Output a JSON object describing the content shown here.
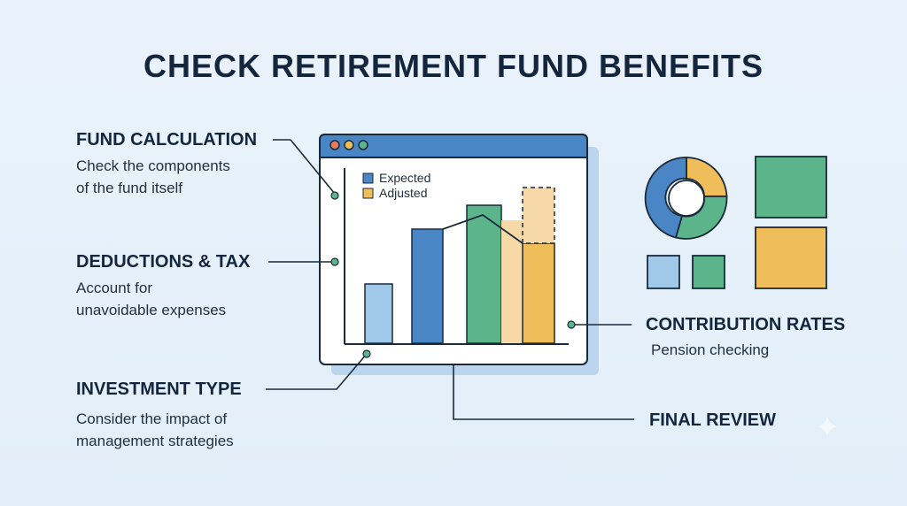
{
  "title": "CHECK RETIREMENT FUND BENEFITS",
  "labels": [
    {
      "id": "fund",
      "heading": "FUND CALCULATION",
      "lines": [
        "Check the components",
        "of the fund itself"
      ]
    },
    {
      "id": "deductions",
      "heading": "DEDUCTIONS & TAX",
      "lines": [
        "Account for",
        "unavoidable expenses"
      ]
    },
    {
      "id": "investment",
      "heading": "INVESTMENT TYPE",
      "lines": [
        "Consider the impact of",
        "management strategies"
      ]
    },
    {
      "id": "contribution",
      "heading": "CONTRIBUTION RATES",
      "lines": [
        "Pension checking"
      ]
    },
    {
      "id": "final",
      "heading": "FINAL REVIEW",
      "lines": []
    }
  ],
  "legend": {
    "expected": "Expected",
    "adjusted": "Adjusted"
  },
  "colors": {
    "blue": "#4a86c5",
    "light_blue": "#9fc8e9",
    "green": "#5cb58a",
    "yellow": "#efbd5a",
    "light_yellow": "#f6d9a6",
    "dark": "#1b2a3a",
    "window_header": "#4a86c5",
    "dot_red": "#e57b5f",
    "dot_yellow": "#efbd5a",
    "dot_green": "#5cb58a",
    "teal": "#5cb58a"
  }
}
